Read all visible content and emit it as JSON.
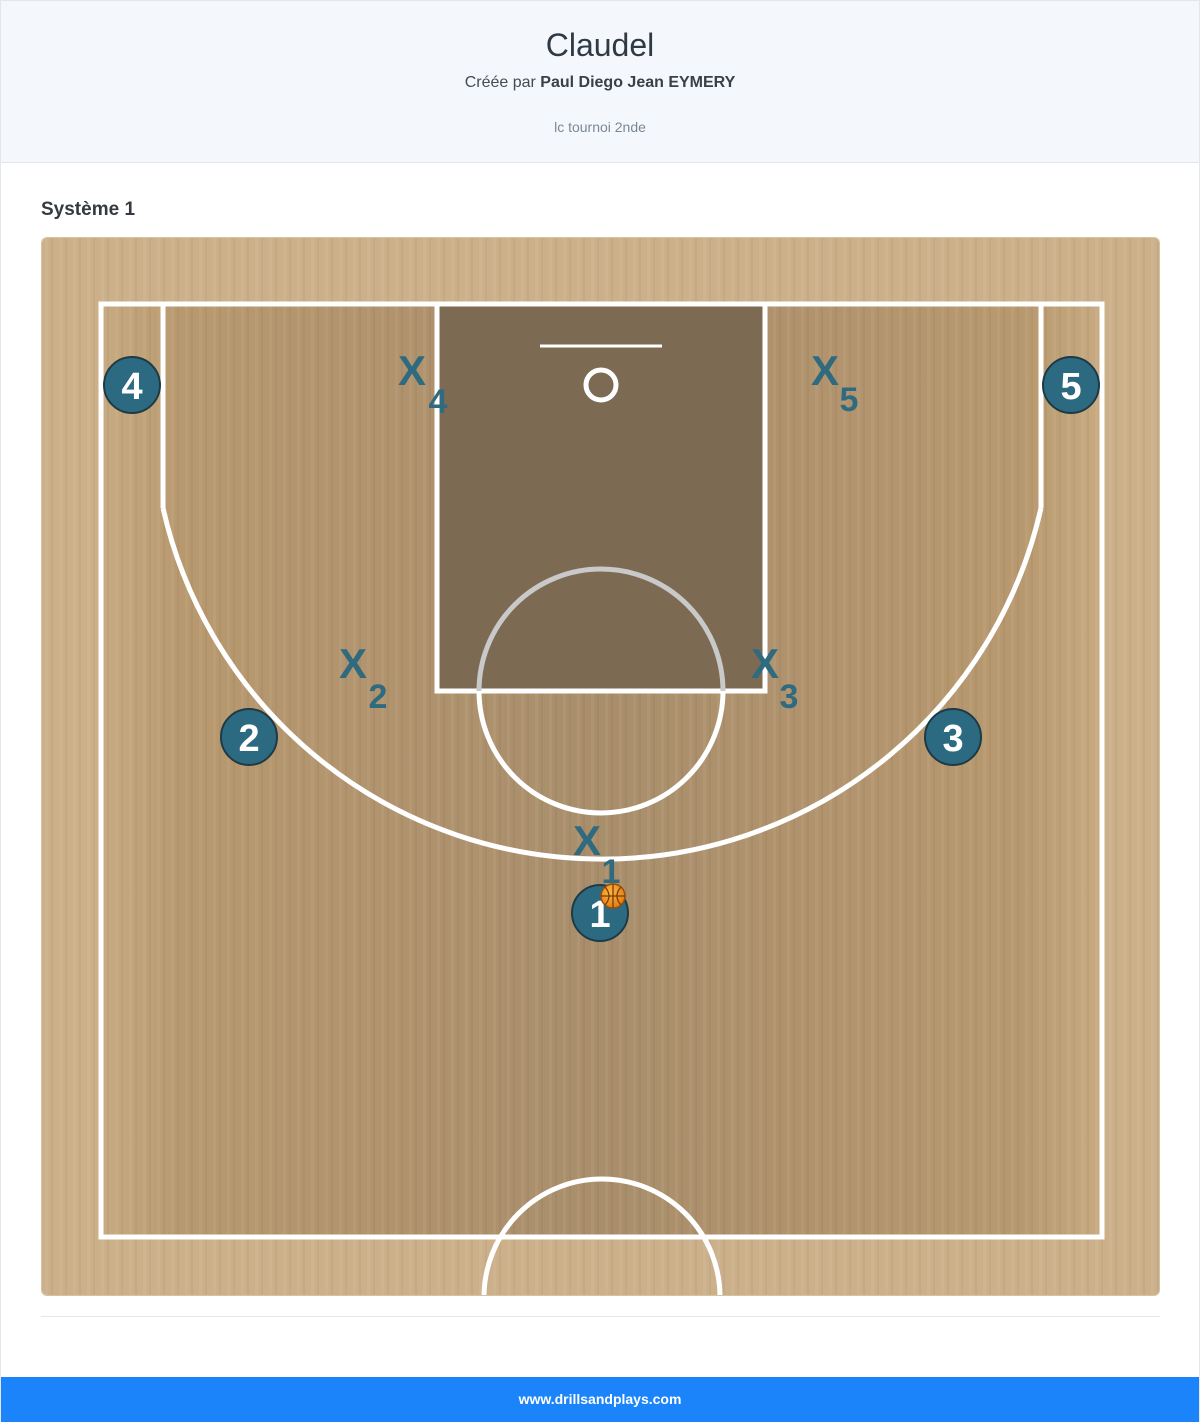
{
  "header": {
    "title": "Claudel",
    "created_by_prefix": "Créée par",
    "author": "Paul Diego Jean EYMERY",
    "subtitle": "lc tournoi 2nde"
  },
  "section": {
    "title": "Système 1"
  },
  "diagram": {
    "offense": [
      {
        "label": "4",
        "has_ball": false
      },
      {
        "label": "5",
        "has_ball": false
      },
      {
        "label": "2",
        "has_ball": false
      },
      {
        "label": "3",
        "has_ball": false
      },
      {
        "label": "1",
        "has_ball": true
      }
    ],
    "defense": [
      {
        "mark": "X",
        "sub": "4"
      },
      {
        "mark": "X",
        "sub": "5"
      },
      {
        "mark": "X",
        "sub": "2"
      },
      {
        "mark": "X",
        "sub": "3"
      },
      {
        "mark": "X",
        "sub": "1"
      }
    ],
    "colors": {
      "player_fill": "#2c6a82",
      "defender": "#2f6a7f",
      "court_light": "#c7aa80",
      "court_dark": "#a98e6c",
      "paint": "#7c6a52",
      "lines": "#ffffff",
      "ball": "#f08c1a"
    }
  },
  "footer": {
    "text": "www.drillsandplays.com"
  }
}
